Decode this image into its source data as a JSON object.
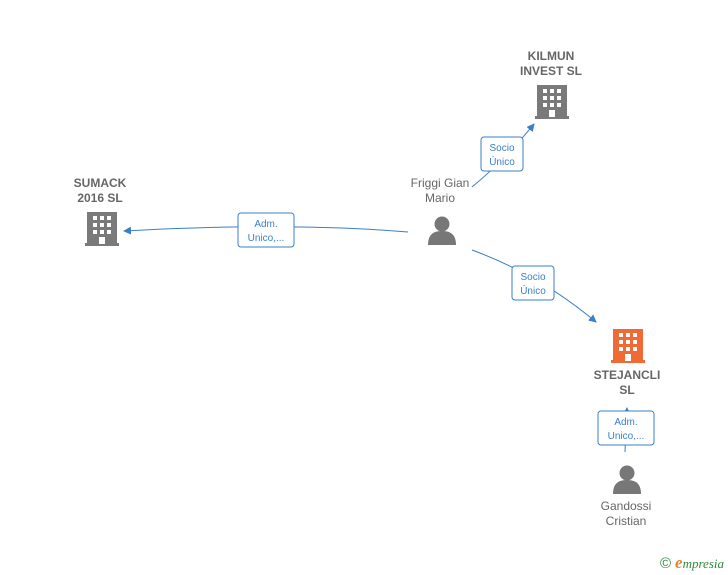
{
  "colors": {
    "edge": "#3a7fc9",
    "company": "#7a7a7a",
    "company_highlight": "#f06a35",
    "person": "#777777",
    "brand_green": "#2d8a3a",
    "brand_orange": "#e8822a"
  },
  "nodes": [
    {
      "id": "kilmun",
      "type": "company",
      "lines": [
        "KILMUN",
        "INVEST  SL"
      ],
      "icon": "building-icon"
    },
    {
      "id": "sumack",
      "type": "company",
      "lines": [
        "SUMACK",
        "2016  SL"
      ],
      "icon": "building-icon"
    },
    {
      "id": "friggi",
      "type": "person",
      "lines": [
        "Friggi Gian",
        "Mario"
      ],
      "icon": "person-icon"
    },
    {
      "id": "stejancli",
      "type": "company",
      "highlight": true,
      "lines": [
        "STEJANCLI",
        "SL"
      ],
      "icon": "building-icon"
    },
    {
      "id": "gandossi",
      "type": "person",
      "lines": [
        "Gandossi",
        "Cristian"
      ],
      "icon": "person-icon"
    }
  ],
  "edges": [
    {
      "id": "friggi-kilmun",
      "from": "friggi",
      "to": "kilmun",
      "lines": [
        "Socio",
        "Único"
      ]
    },
    {
      "id": "friggi-sumack",
      "from": "friggi",
      "to": "sumack",
      "lines": [
        "Adm.",
        "Unico,..."
      ]
    },
    {
      "id": "friggi-stejancli",
      "from": "friggi",
      "to": "stejancli",
      "lines": [
        "Socio",
        "Único"
      ]
    },
    {
      "id": "gandossi-stejancli",
      "from": "gandossi",
      "to": "stejancli",
      "lines": [
        "Adm.",
        "Unico,..."
      ]
    }
  ],
  "footer": {
    "copyright_symbol": "©",
    "brand_first": "e",
    "brand_rest": "mpresia"
  }
}
